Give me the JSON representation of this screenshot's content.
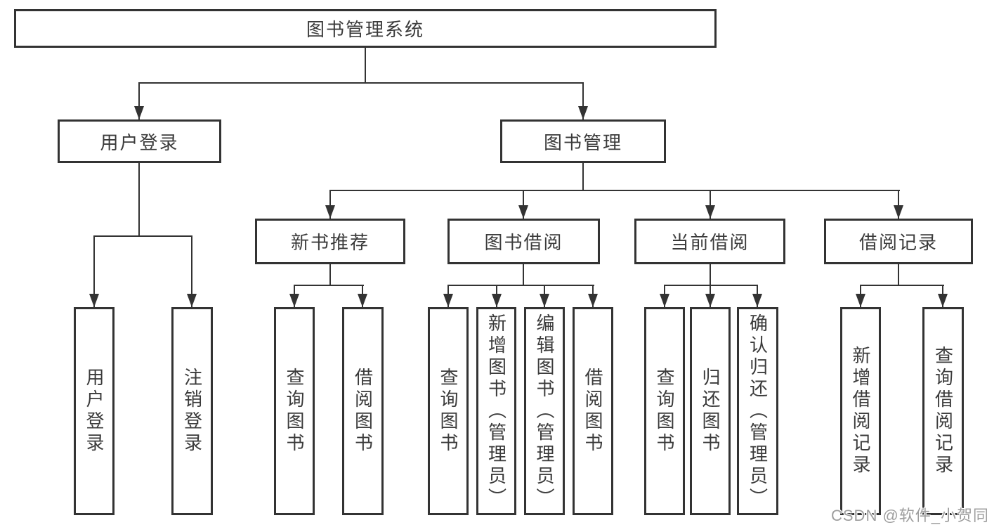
{
  "diagram": {
    "type": "tree",
    "title": "图书管理系统",
    "watermark": "CSDN @软件_小贺同学",
    "colors": {
      "line": "#333333",
      "text": "#3b3b3b",
      "background": "#ffffff",
      "watermark": "#9e9e9e"
    },
    "nodes": {
      "root": {
        "label": "图书管理系统"
      },
      "user_login": {
        "label": "用户登录"
      },
      "book_mgmt": {
        "label": "图书管理"
      },
      "new_book_rec": {
        "label": "新书推荐"
      },
      "book_borrow": {
        "label": "图书借阅"
      },
      "current_borrow": {
        "label": "当前借阅"
      },
      "borrow_records": {
        "label": "借阅记录"
      },
      "leaf_user_login": {
        "label": "用户登录"
      },
      "leaf_logout": {
        "label": "注销登录"
      },
      "leaf_query_book_1": {
        "label": "查询图书"
      },
      "leaf_borrow_book_1": {
        "label": "借阅图书"
      },
      "leaf_query_book_2": {
        "label": "查询图书"
      },
      "leaf_add_book": {
        "label": "新增图书（管理员）"
      },
      "leaf_edit_book": {
        "label": "编辑图书（管理员）"
      },
      "leaf_borrow_book_2": {
        "label": "借阅图书"
      },
      "leaf_query_book_3": {
        "label": "查询图书"
      },
      "leaf_return_book": {
        "label": "归还图书"
      },
      "leaf_confirm_return": {
        "label": "确认归还（管理员）"
      },
      "leaf_add_record": {
        "label": "新增借阅记录"
      },
      "leaf_query_record": {
        "label": "查询借阅记录"
      }
    },
    "hierarchy": [
      {
        "parent": "图书管理系统",
        "children": [
          "用户登录",
          "图书管理"
        ]
      },
      {
        "parent": "用户登录",
        "children": [
          "用户登录",
          "注销登录"
        ]
      },
      {
        "parent": "图书管理",
        "children": [
          "新书推荐",
          "图书借阅",
          "当前借阅",
          "借阅记录"
        ]
      },
      {
        "parent": "新书推荐",
        "children": [
          "查询图书",
          "借阅图书"
        ]
      },
      {
        "parent": "图书借阅",
        "children": [
          "查询图书",
          "新增图书（管理员）",
          "编辑图书（管理员）",
          "借阅图书"
        ]
      },
      {
        "parent": "当前借阅",
        "children": [
          "查询图书",
          "归还图书",
          "确认归还（管理员）"
        ]
      },
      {
        "parent": "借阅记录",
        "children": [
          "新增借阅记录",
          "查询借阅记录"
        ]
      }
    ]
  }
}
